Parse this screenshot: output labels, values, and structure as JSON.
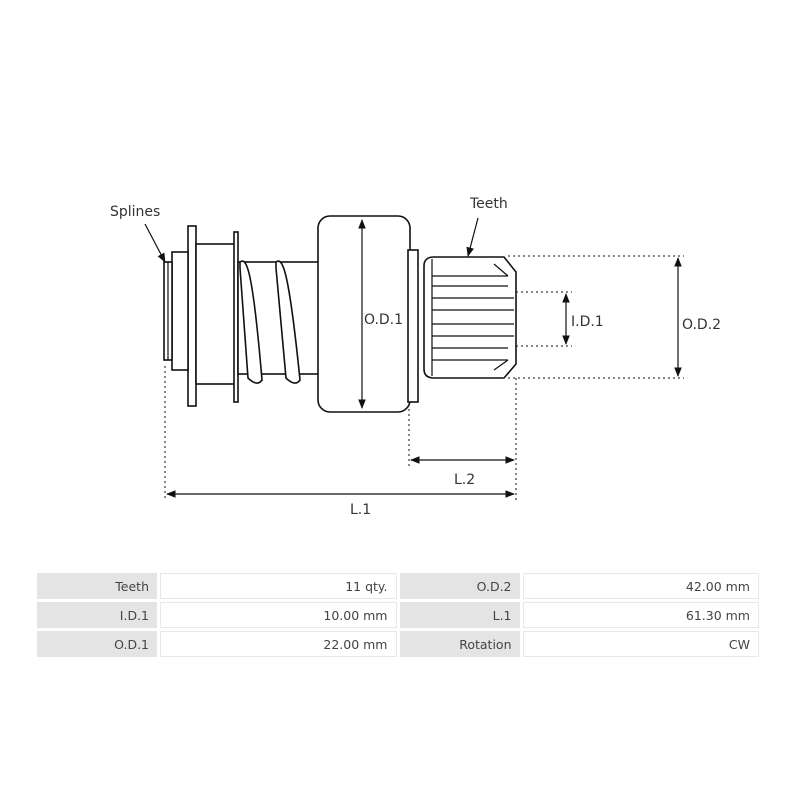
{
  "diagram": {
    "labels": {
      "splines": "Splines",
      "teeth": "Teeth",
      "od1": "O.D.1",
      "id1": "I.D.1",
      "od2": "O.D.2",
      "l2": "L.2",
      "l1": "L.1"
    }
  },
  "specs": {
    "rows": [
      {
        "l1": "Teeth",
        "v1": "11 qty.",
        "l2": "O.D.2",
        "v2": "42.00 mm"
      },
      {
        "l1": "I.D.1",
        "v1": "10.00 mm",
        "l2": "L.1",
        "v2": "61.30 mm"
      },
      {
        "l1": "O.D.1",
        "v1": "22.00 mm",
        "l2": "Rotation",
        "v2": "CW"
      }
    ]
  }
}
